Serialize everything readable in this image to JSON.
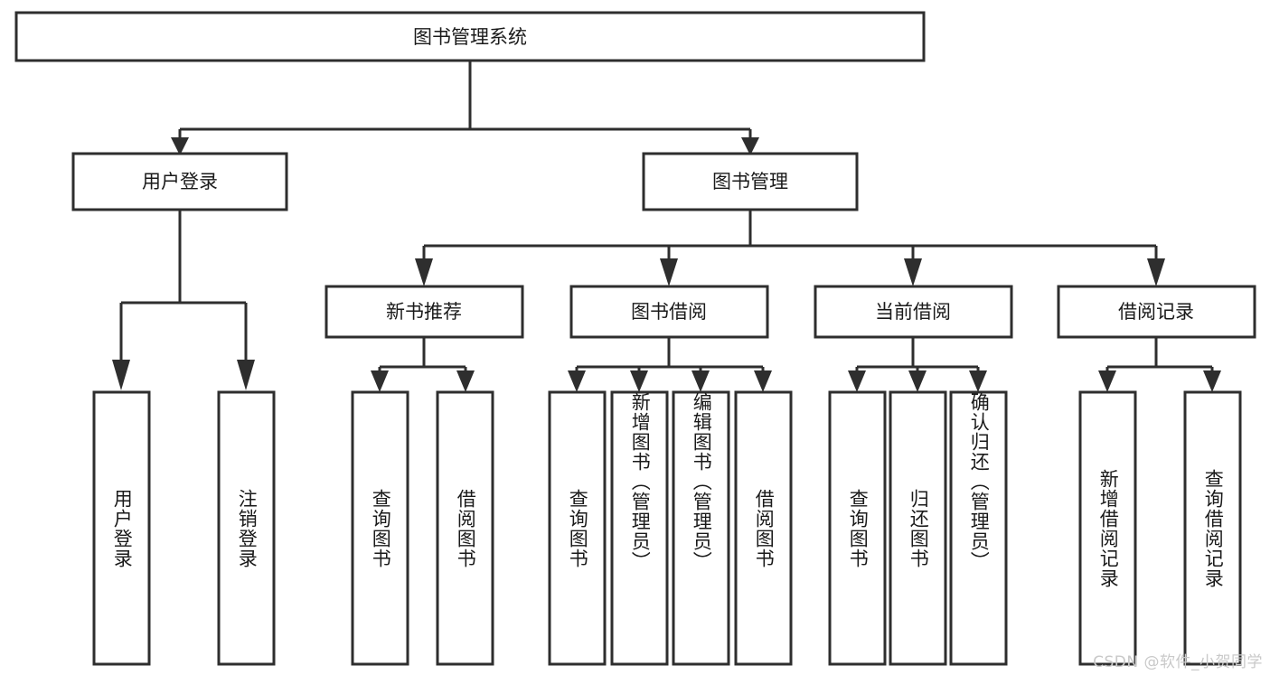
{
  "diagram": {
    "title": "图书管理系统",
    "type": "tree-hierarchy",
    "colors": {
      "stroke": "#2e2e2e",
      "fill": "#ffffff",
      "text": "#1a1a1a",
      "background": "#ffffff",
      "watermark": "#c9c9c9"
    },
    "root": {
      "label": "图书管理系统"
    },
    "level2": [
      {
        "id": "user-login",
        "label": "用户登录"
      },
      {
        "id": "book-manage",
        "label": "图书管理"
      }
    ],
    "level3": [
      {
        "id": "new-book-rec",
        "label": "新书推荐",
        "parent": "book-manage"
      },
      {
        "id": "book-borrow",
        "label": "图书借阅",
        "parent": "book-manage"
      },
      {
        "id": "current-borrow",
        "label": "当前借阅",
        "parent": "book-manage"
      },
      {
        "id": "borrow-record",
        "label": "借阅记录",
        "parent": "book-manage"
      }
    ],
    "leaves": [
      {
        "id": "leaf-user-login",
        "label": "用户登录",
        "parent": "user-login"
      },
      {
        "id": "leaf-logout-login",
        "label": "注销登录",
        "parent": "user-login"
      },
      {
        "id": "leaf-query-book-1",
        "label": "查询图书",
        "parent": "new-book-rec"
      },
      {
        "id": "leaf-borrow-book-1",
        "label": "借阅图书",
        "parent": "new-book-rec"
      },
      {
        "id": "leaf-query-book-2",
        "label": "查询图书",
        "parent": "book-borrow"
      },
      {
        "id": "leaf-add-book",
        "label": "新增图书（管理员）",
        "parent": "book-borrow"
      },
      {
        "id": "leaf-edit-book",
        "label": "编辑图书（管理员）",
        "parent": "book-borrow"
      },
      {
        "id": "leaf-borrow-book-2",
        "label": "借阅图书",
        "parent": "book-borrow"
      },
      {
        "id": "leaf-query-book-3",
        "label": "查询图书",
        "parent": "current-borrow"
      },
      {
        "id": "leaf-return-book",
        "label": "归还图书",
        "parent": "current-borrow"
      },
      {
        "id": "leaf-confirm-return",
        "label": "确认归还（管理员）",
        "parent": "current-borrow"
      },
      {
        "id": "leaf-add-record",
        "label": "新增借阅记录",
        "parent": "borrow-record"
      },
      {
        "id": "leaf-query-record",
        "label": "查询借阅记录",
        "parent": "borrow-record"
      }
    ],
    "watermark": "CSDN @软件_小贺同学"
  }
}
